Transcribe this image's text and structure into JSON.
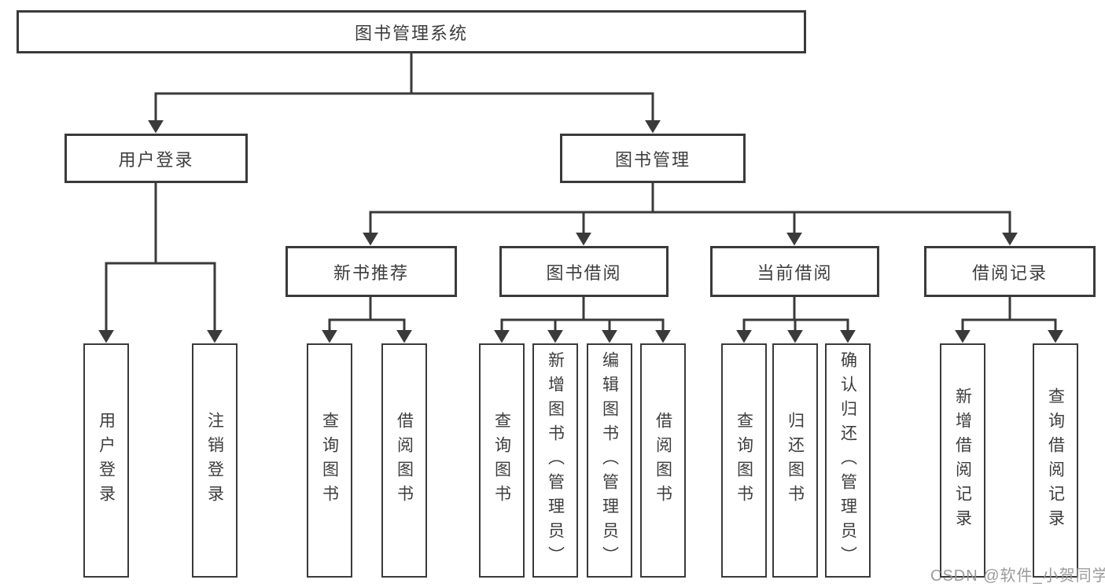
{
  "diagram": {
    "root_label": "图书管理系统",
    "user_login": {
      "label": "用户登录",
      "children": [
        "用户登录",
        "注销登录"
      ]
    },
    "book_management": {
      "label": "图书管理",
      "sections": [
        {
          "label": "新书推荐",
          "children": [
            "查询图书",
            "借阅图书"
          ]
        },
        {
          "label": "图书借阅",
          "children": [
            "查询图书",
            "新增图书（管理员）",
            "编辑图书（管理员）",
            "借阅图书"
          ]
        },
        {
          "label": "当前借阅",
          "children": [
            "查询图书",
            "归还图书",
            "确认归还（管理员）"
          ]
        },
        {
          "label": "借阅记录",
          "children": [
            "新增借阅记录",
            "查询借阅记录"
          ]
        }
      ]
    }
  },
  "watermark": {
    "text": "CSDN @软件_小贺同学"
  },
  "colors": {
    "line": "#3a3a3a",
    "box_border": "#3a3a3a",
    "text": "#3d3d3d",
    "watermark": "#969696",
    "background": "#ffffff"
  }
}
